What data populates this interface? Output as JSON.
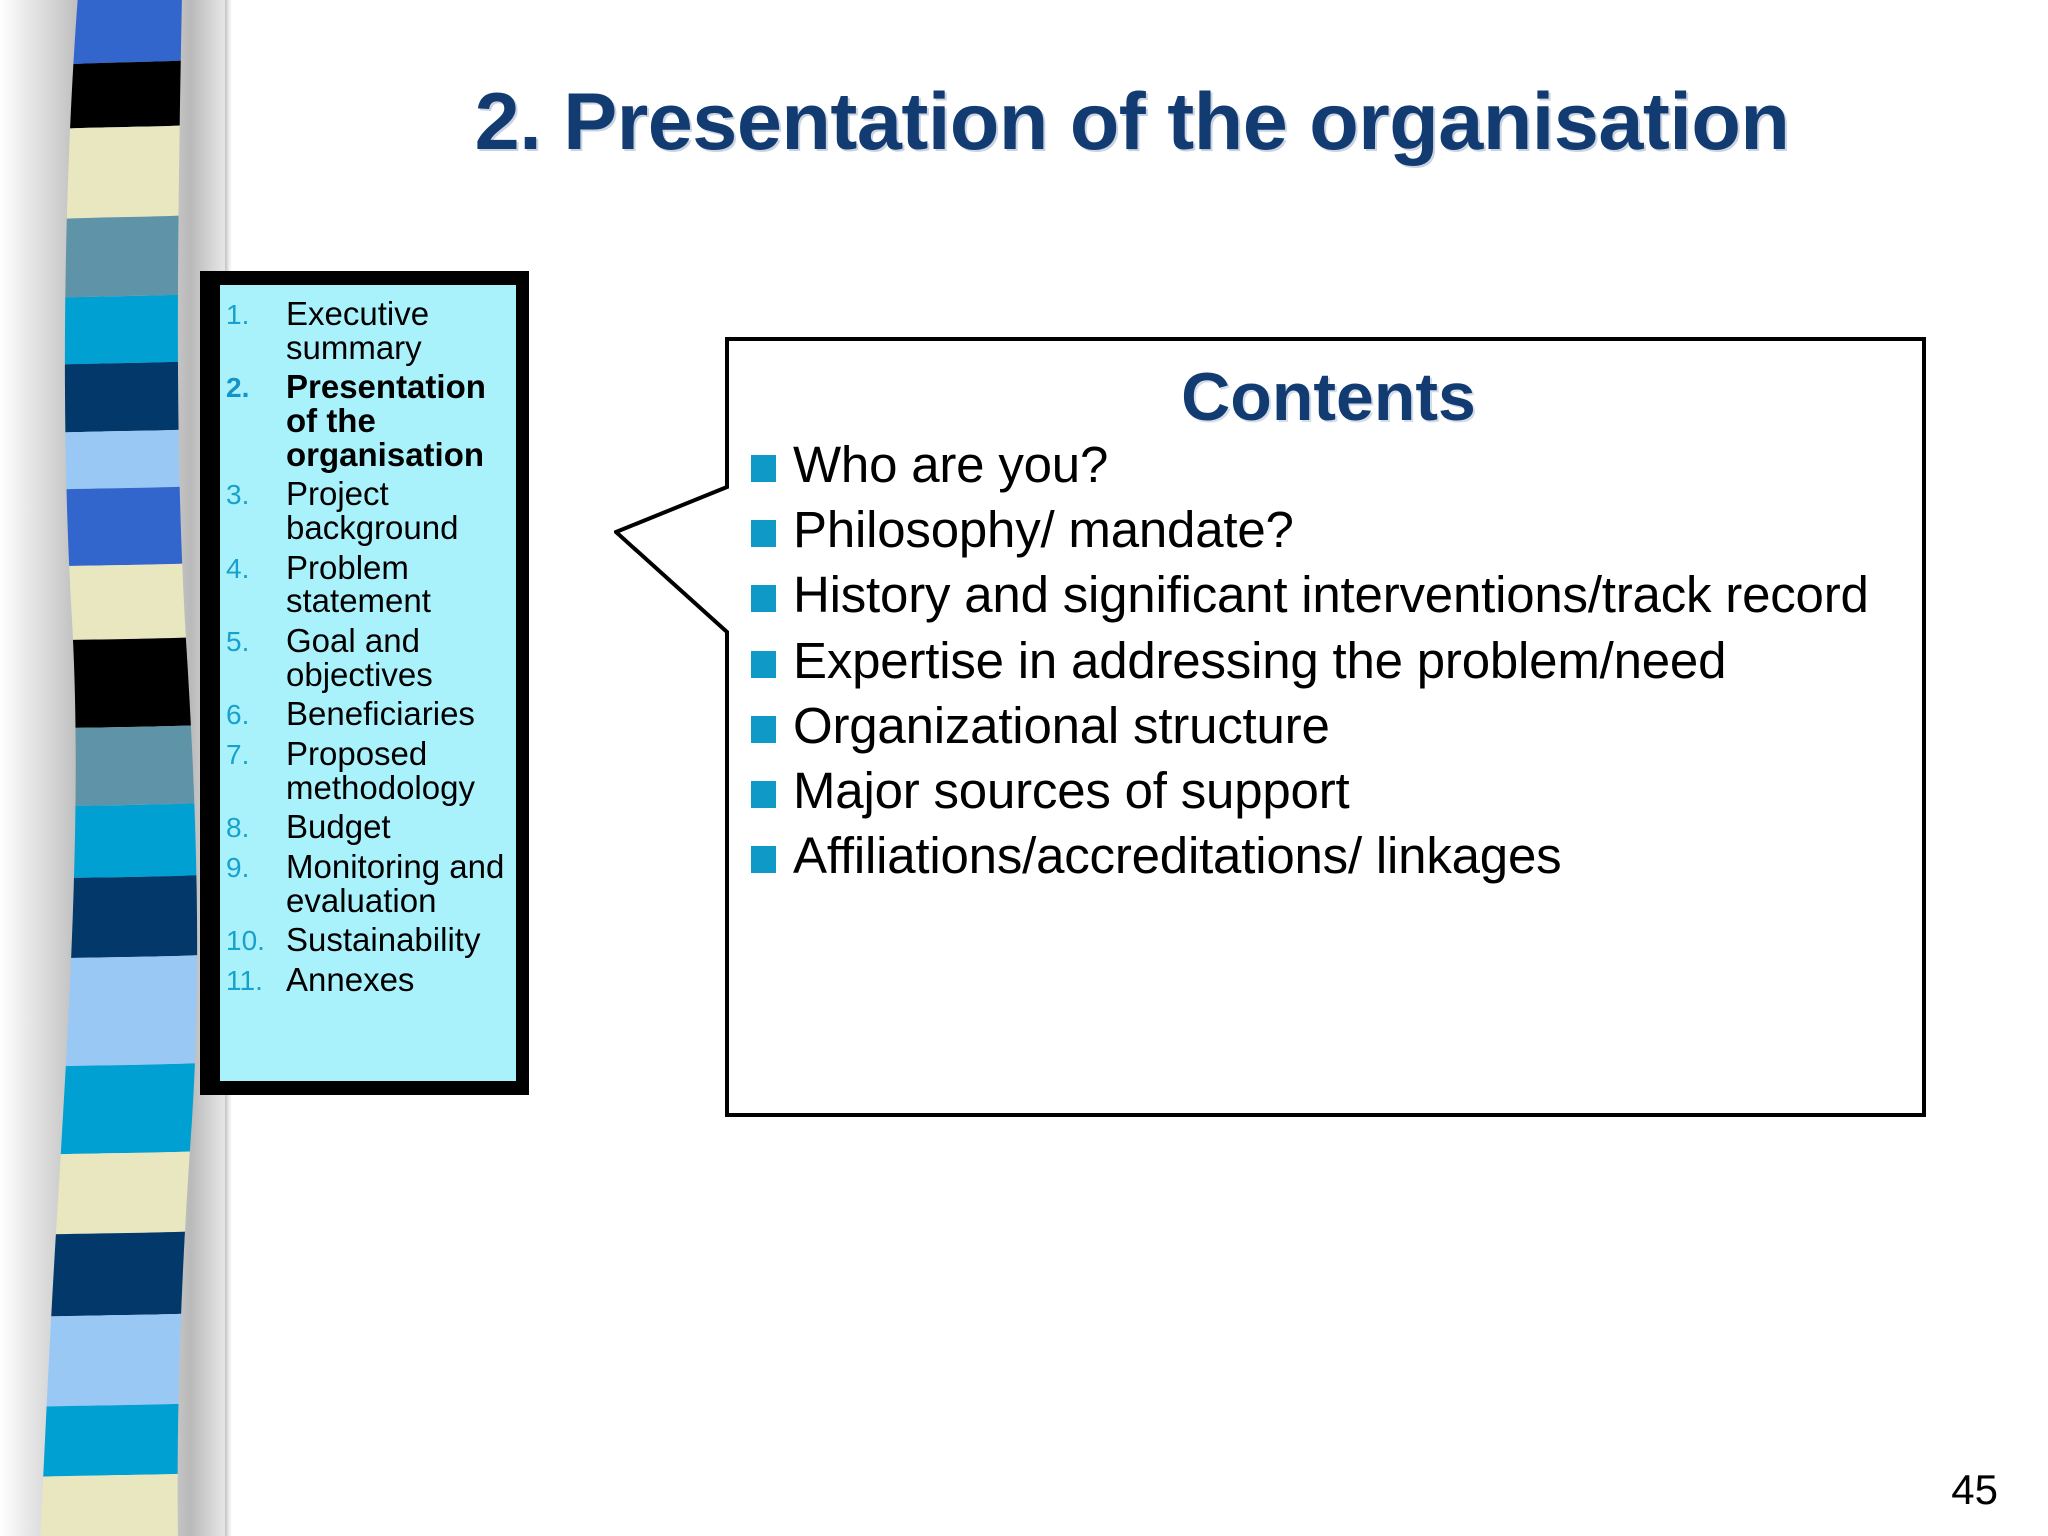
{
  "slide": {
    "title": "2. Presentation of the organisation",
    "page_number": "45",
    "colors": {
      "title_navy": "#123C71",
      "outline_box_fill": "#AAF2FB",
      "outline_box_border": "#000000",
      "number_teal": "#17A1CC",
      "bullet_blue": "#0E99C6",
      "body_text": "#000000"
    }
  },
  "outline": {
    "current_index": 2,
    "items": [
      {
        "num": "1.",
        "label": "Executive summary"
      },
      {
        "num": "2.",
        "label": "Presentation of the organisation"
      },
      {
        "num": "3.",
        "label": "Project background"
      },
      {
        "num": "4.",
        "label": "Problem statement"
      },
      {
        "num": "5.",
        "label": "Goal and objectives"
      },
      {
        "num": "6.",
        "label": "Beneficiaries"
      },
      {
        "num": "7.",
        "label": "Proposed methodology"
      },
      {
        "num": "8.",
        "label": "Budget"
      },
      {
        "num": "9.",
        "label": "Monitoring and evaluation"
      },
      {
        "num": "10.",
        "label": "Sustainability"
      },
      {
        "num": "11.",
        "label": "Annexes"
      }
    ]
  },
  "contents": {
    "heading": "Contents",
    "bullets": [
      "Who are you?",
      "Philosophy/ mandate?",
      "History and significant interventions/track record",
      "Expertise in addressing the problem/need",
      "Organizational structure",
      "Major sources of support",
      "Affiliations/accreditations/ linkages"
    ]
  },
  "decor": {
    "band_stripe_colors": [
      "#3366CC",
      "#000000",
      "#E8E7C0",
      "#5E93A8",
      "#00A0D2",
      "#03386B",
      "#9AC8F5",
      "#3366CC",
      "#E8E7C0",
      "#000000",
      "#5E93A8",
      "#00A0D2",
      "#03386B",
      "#9AC8F5",
      "#00A0D2",
      "#E8E7C0",
      "#03386B"
    ]
  }
}
